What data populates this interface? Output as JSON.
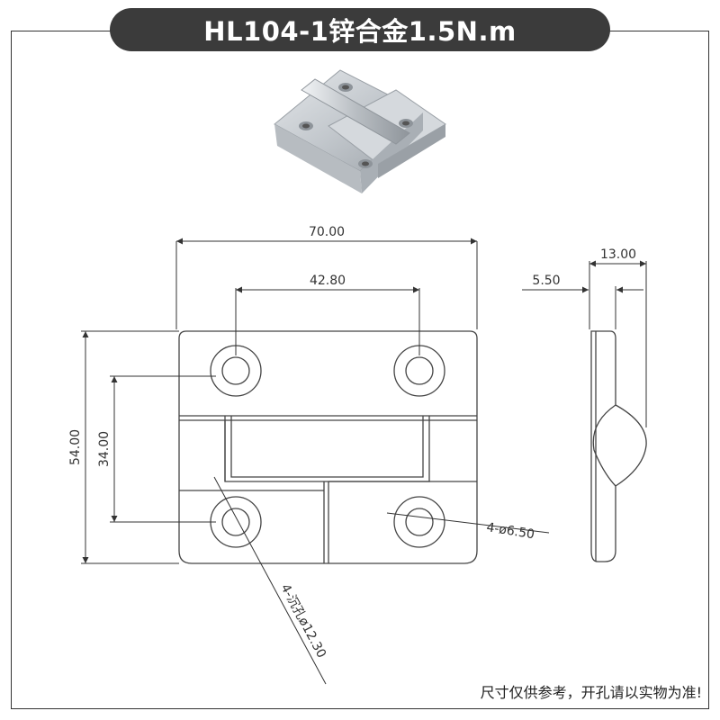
{
  "title": "HL104-1锌合金1.5N.m",
  "note": "尺寸仅供参考，开孔请以实物为准!",
  "dimensions": {
    "width_total": "70.00",
    "hole_spacing_x": "42.80",
    "height_total": "54.00",
    "hole_spacing_y": "34.00",
    "thickness": "13.00",
    "knuckle_offset": "5.50",
    "through_hole": "4-ø6.50",
    "countersink": "4-沉孔ø12.30"
  },
  "colors": {
    "title_bg": "#3b3b3b",
    "line": "#444444",
    "product": "#c9cdd2"
  }
}
